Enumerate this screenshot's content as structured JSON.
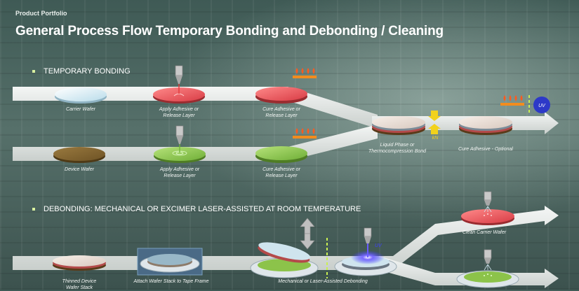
{
  "header": {
    "portfolio": "Product Portfolio",
    "title": "General Process Flow Temporary Bonding and Debonding / Cleaning"
  },
  "sections": {
    "bonding": "TEMPORARY BONDING",
    "debonding": "DEBONDING: MECHANICAL OR EXCIMER LASER-ASSISTED AT ROOM TEMPERATURE"
  },
  "labels": {
    "carrier_wafer": "Carrier Wafer",
    "apply_adhesive_1": "Apply Adhesive or\nRelease Layer",
    "cure_adhesive_1": "Cure Adhesive or\nRelease Layer",
    "device_wafer": "Device Wafer",
    "apply_adhesive_2": "Apply Adhesive or\nRelease Layer",
    "cure_adhesive_2": "Cure Adhesive or\nRelease Layer",
    "bond": "Liquid Phase or\nThermocompression Bond",
    "cure_optional": "Cure Adhesive - Optional",
    "clean_carrier": "Clean Carrier Wafer",
    "thinned_device": "Thinned Device\nWafer Stack",
    "attach_tape": "Attach Wafer Stack to Tape Frame",
    "debond": "Mechanical or Laser-Assisted Debonding"
  },
  "annotations": {
    "kn": "kN",
    "uv_badge": "UV",
    "uv_laser": "UV"
  },
  "colors": {
    "arrow": "#e9ecea",
    "red_wafer": "#e8555a",
    "green_wafer": "#8cc34a",
    "uv_badge": "#2d39c8"
  }
}
